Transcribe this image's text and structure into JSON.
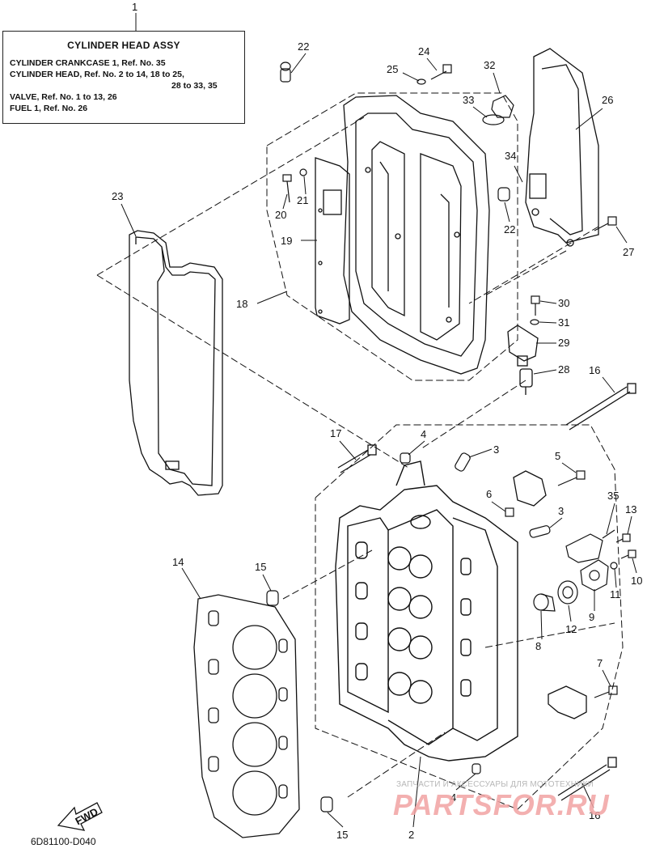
{
  "infobox": {
    "ref": "1",
    "title": "CYLINDER HEAD ASSY",
    "lines": [
      "CYLINDER CRANKCASE 1, Ref. No. 35",
      "CYLINDER HEAD,  Ref. No. 2 to 14, 18 to 25,",
      "28 to 33, 35",
      "VALVE, Ref. No. 1 to 13, 26",
      "FUEL 1, Ref. No. 26"
    ]
  },
  "callouts": [
    "22",
    "24",
    "25",
    "32",
    "33",
    "26",
    "34",
    "21",
    "20",
    "22",
    "27",
    "23",
    "19",
    "18",
    "30",
    "31",
    "29",
    "28",
    "16",
    "17",
    "4",
    "3",
    "5",
    "6",
    "3",
    "35",
    "13",
    "14",
    "15",
    "8",
    "12",
    "9",
    "11",
    "10",
    "7",
    "15",
    "2",
    "4",
    "16"
  ],
  "fwd_label": "FWD",
  "diagram_code": "6D81100-D040",
  "watermark": {
    "small": "ЗАПЧАСТИ И АКСЕССУАРЫ ДЛЯ МОТОТЕХНИКИ",
    "big": "PARTSFOR.RU"
  }
}
